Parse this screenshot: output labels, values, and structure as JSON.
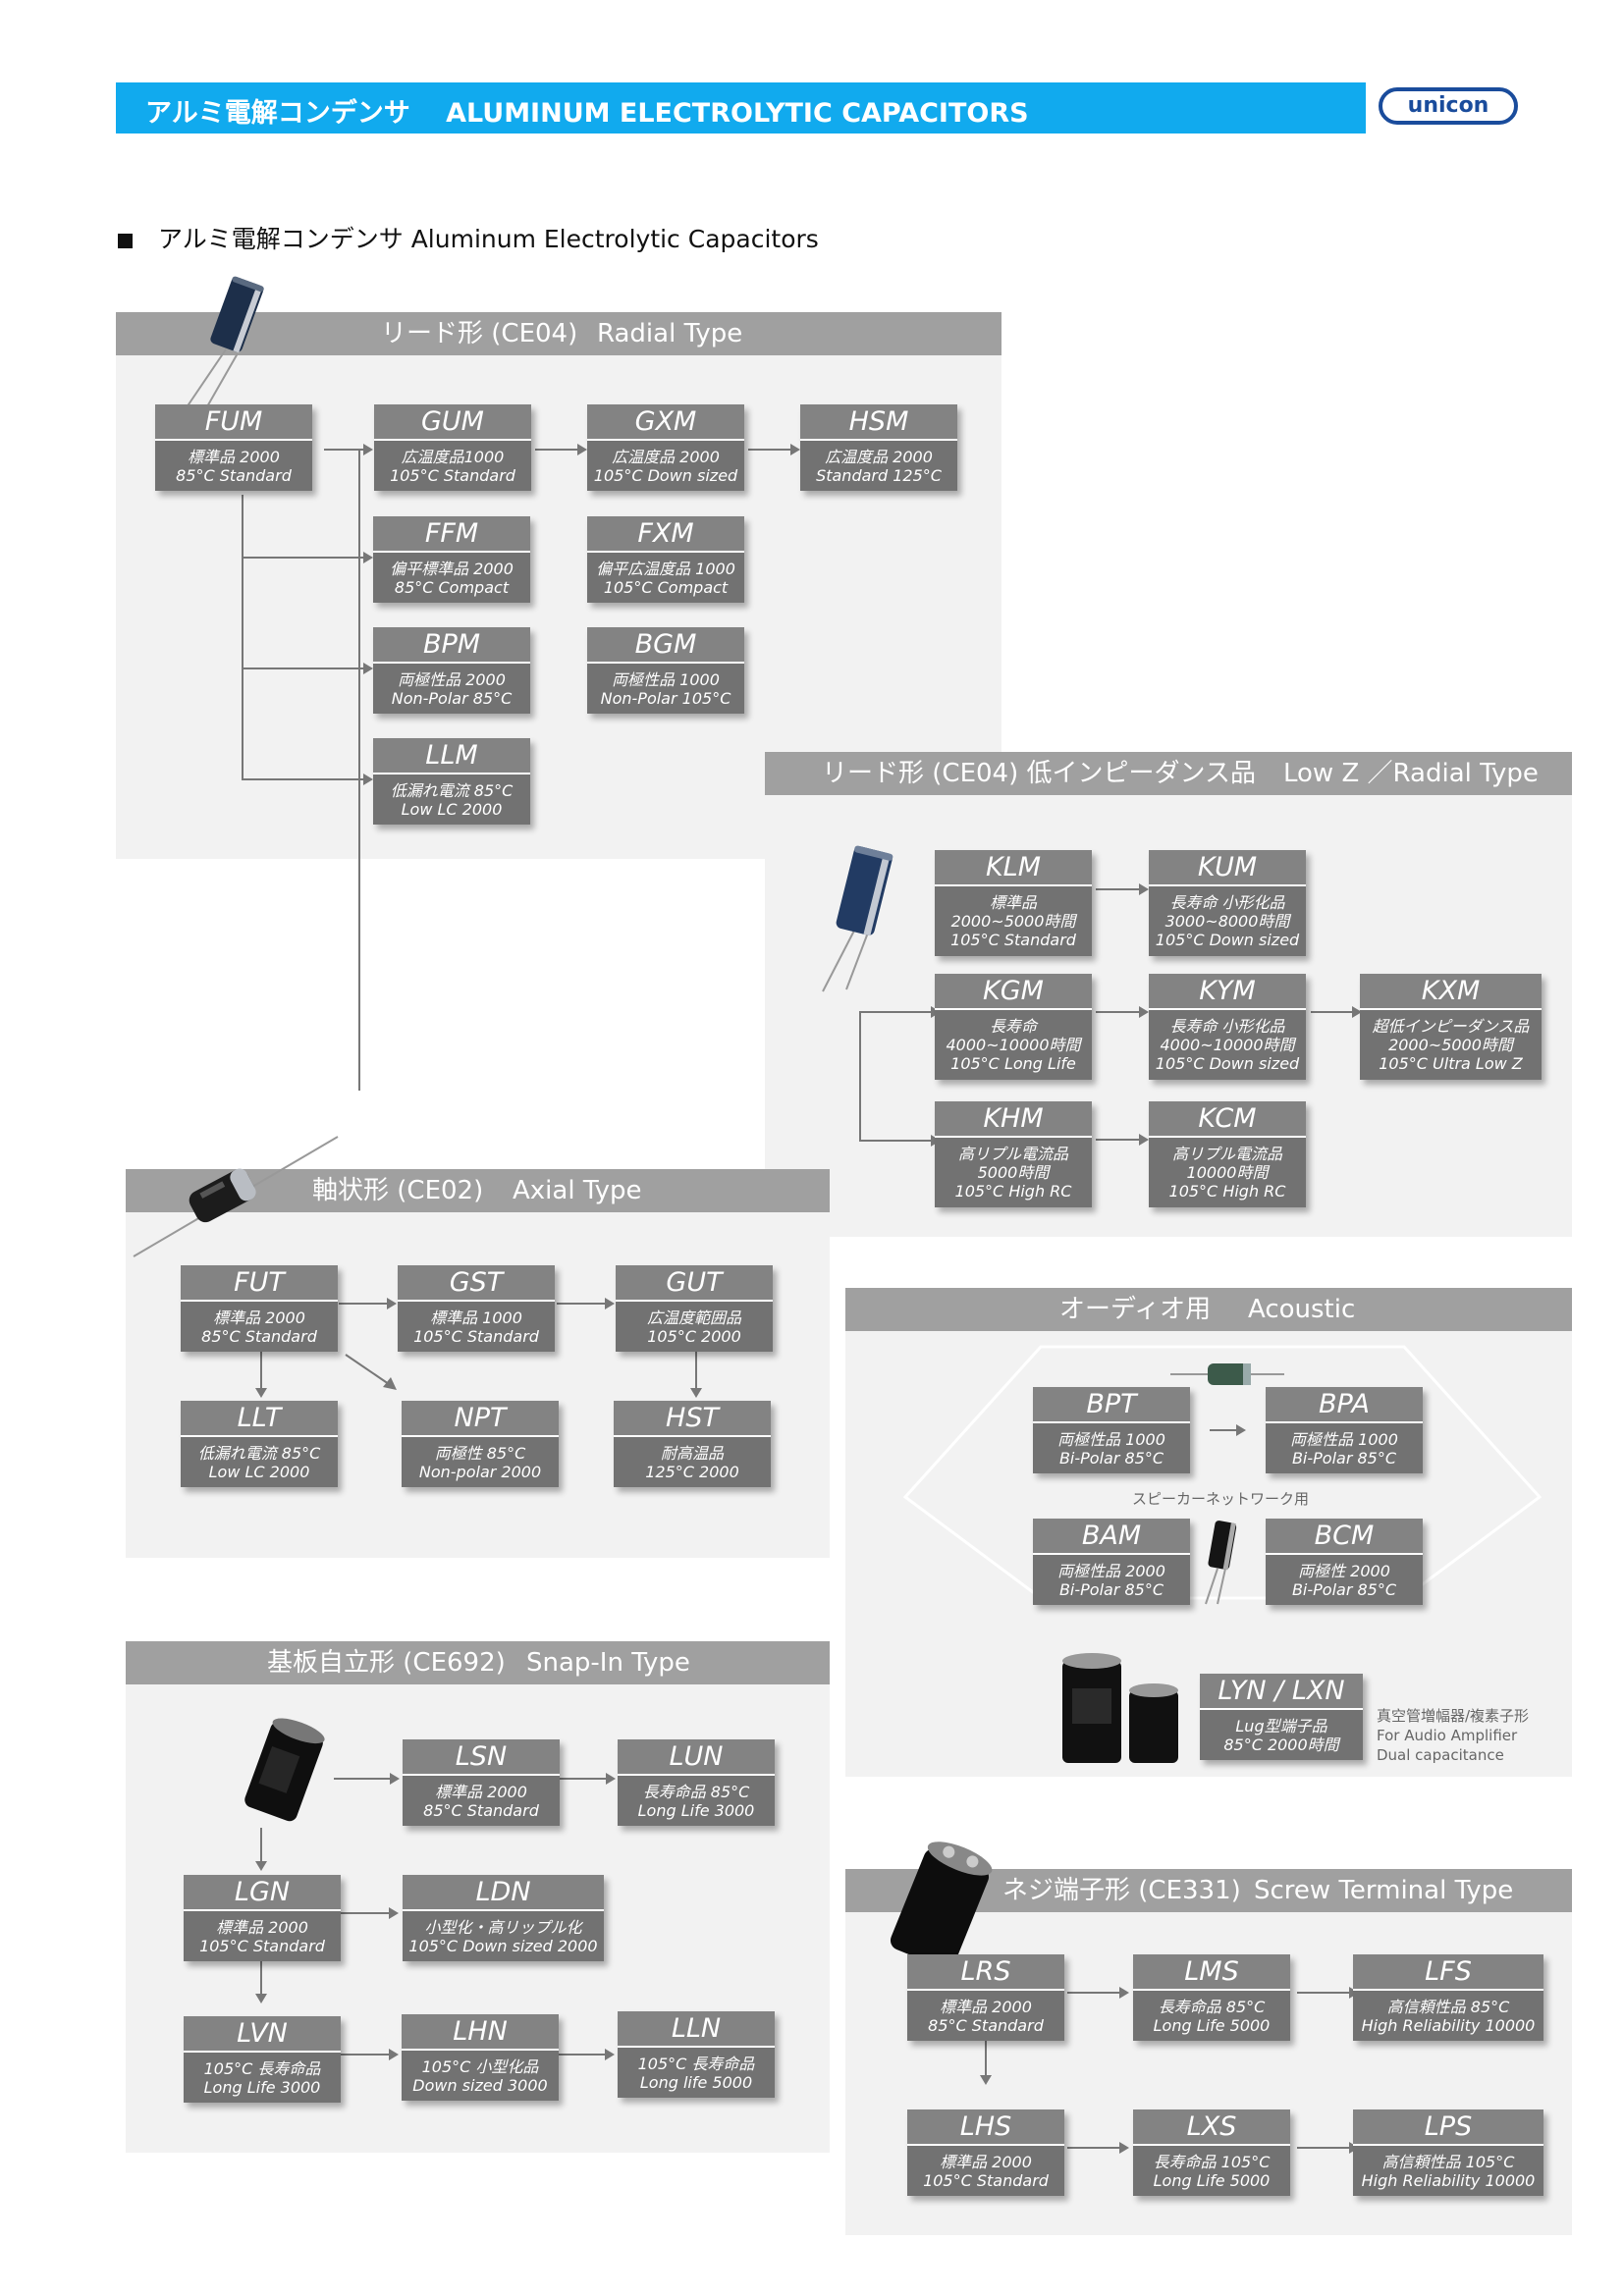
{
  "header": {
    "title": "アルミ電解コンデンサ　 ALUMINUM ELECTROLYTIC CAPACITORS",
    "logo": "unicon"
  },
  "subtitle": "アルミ電解コンデンサ  Aluminum Electrolytic Capacitors",
  "panels": {
    "radial": {
      "title_jp": "リード形 (CE04)",
      "title_en": "Radial Type"
    },
    "lowz": {
      "title_jp": "リード形 (CE04)  低インピーダンス品",
      "title_en": "Low Z ／Radial Type"
    },
    "axial": {
      "title_jp": "軸状形  (CE02)",
      "title_en": "Axial Type"
    },
    "acoustic": {
      "title_jp": "オーディオ用",
      "title_en": "Acoustic",
      "network_label": "スピーカーネットワーク用",
      "amp_note": [
        "真空管増幅器/複素子形",
        "For Audio Amplifier",
        "Dual capacitance"
      ]
    },
    "snapin": {
      "title_jp": "基板自立形 (CE692)",
      "title_en": "Snap-In Type"
    },
    "screw": {
      "title_jp": "ネジ端子形 (CE331)",
      "title_en": "Screw Terminal Type"
    }
  },
  "series": {
    "FUM": [
      "FUM",
      "標準品  2000",
      "85°C  Standard"
    ],
    "GUM": [
      "GUM",
      "広温度品1000",
      "105°C  Standard"
    ],
    "GXM": [
      "GXM",
      "広温度品 2000",
      "105°C Down sized"
    ],
    "HSM": [
      "HSM",
      "広温度品 2000",
      "Standard 125°C"
    ],
    "FFM": [
      "FFM",
      "偏平標準品 2000",
      "85°C  Compact"
    ],
    "FXM": [
      "FXM",
      "偏平広温度品 1000",
      "105°C Compact"
    ],
    "BPM": [
      "BPM",
      "両極性品 2000",
      "Non-Polar  85°C"
    ],
    "BGM": [
      "BGM",
      "両極性品  1000",
      "Non-Polar 105°C"
    ],
    "LLM": [
      "LLM",
      "低漏れ電流  85°C",
      "Low  LC   2000"
    ],
    "KLM": [
      "KLM",
      "標準品",
      "2000~5000時間",
      "105°C  Standard"
    ],
    "KUM": [
      "KUM",
      "長寿命 小形化品",
      "3000~8000時間",
      "105°C Down sized"
    ],
    "KGM": [
      "KGM",
      "長寿命",
      "4000~10000時間",
      "105°C Long Life"
    ],
    "KYM": [
      "KYM",
      "長寿命 小形化品",
      "4000~10000時間",
      "105°C Down sized"
    ],
    "KXM": [
      "KXM",
      "超低インピーダンス品",
      "2000~5000時間",
      "105°C  Ultra Low Z"
    ],
    "KHM": [
      "KHM",
      "高リプル電流品",
      "5000時間",
      "105°C  High RC"
    ],
    "KCM": [
      "KCM",
      "高リプル電流品",
      "10000時間",
      "105°C  High RC"
    ],
    "FUT": [
      "FUT",
      "標準品  2000",
      "85°C  Standard"
    ],
    "GST": [
      "GST",
      "標準品  1000",
      "105°C  Standard"
    ],
    "GUT": [
      "GUT",
      "広温度範囲品",
      "105°C   2000"
    ],
    "LLT": [
      "LLT",
      "低漏れ電流  85°C",
      "Low  LC    2000"
    ],
    "NPT": [
      "NPT",
      "両極性  85°C",
      "Non-polar 2000"
    ],
    "HST": [
      "HST",
      "耐高温品",
      "125°C   2000"
    ],
    "BPT": [
      "BPT",
      "両極性品  1000",
      "Bi-Polar  85°C"
    ],
    "BPA": [
      "BPA",
      "両極性品  1000",
      "Bi-Polar  85°C"
    ],
    "BAM": [
      "BAM",
      "両極性品 2000",
      "Bi-Polar  85°C"
    ],
    "BCM": [
      "BCM",
      "両極性  2000",
      "Bi-Polar  85°C"
    ],
    "LYN": [
      "LYN / LXN",
      "Lug型端子品",
      "85°C  2000時間"
    ],
    "LSN": [
      "LSN",
      "標準品  2000",
      "85°C  Standard"
    ],
    "LUN": [
      "LUN",
      "長寿命品  85°C",
      "Long Life 3000"
    ],
    "LGN": [
      "LGN",
      "標準品  2000",
      "105°C  Standard"
    ],
    "LDN": [
      "LDN",
      "小型化・高リップル化",
      "105°C Down sized 2000"
    ],
    "LVN": [
      "LVN",
      "105°C 長寿命品",
      "Long Life   3000"
    ],
    "LHN": [
      "LHN",
      "105°C 小型化品",
      "Down sized 3000"
    ],
    "LLN": [
      "LLN",
      "105°C 長寿命品",
      "Long life   5000"
    ],
    "LRS": [
      "LRS",
      "標準品  2000",
      "85°C  Standard"
    ],
    "LMS": [
      "LMS",
      "長寿命品  85°C",
      "Long Life  5000"
    ],
    "LFS": [
      "LFS",
      "高信頼性品 85°C",
      "High Reliability 10000"
    ],
    "LHS": [
      "LHS",
      "標準品  2000",
      "105°C  Standard"
    ],
    "LXS": [
      "LXS",
      "長寿命品  105°C",
      "Long Life  5000"
    ],
    "LPS": [
      "LPS",
      "高信頼性品 105°C",
      "High Reliability 10000"
    ]
  },
  "colors": {
    "header": "#11aaee",
    "panel_bg": "#f2f2f2",
    "panel_head": "#a0a0a0",
    "box_top": "#838383",
    "box_bottom": "#727272",
    "logo": "#1a4c9c"
  }
}
